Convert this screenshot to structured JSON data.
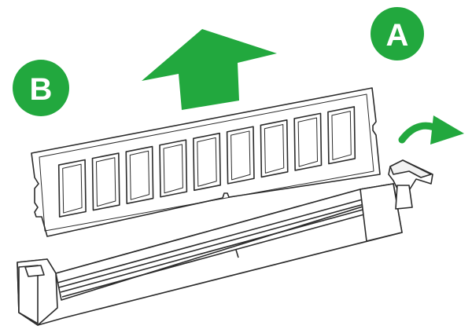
{
  "labels": {
    "step_a": "A",
    "step_b": "B"
  },
  "colors": {
    "accent_green": "#22a83e",
    "outline": "#2b2b2b",
    "fill": "#ffffff",
    "label_text": "#ffffff"
  },
  "icons": {
    "up_arrow": "arrow-up-icon",
    "rotate_arrow": "curved-arrow-right-icon"
  },
  "memory_module": {
    "chip_count": 9
  }
}
